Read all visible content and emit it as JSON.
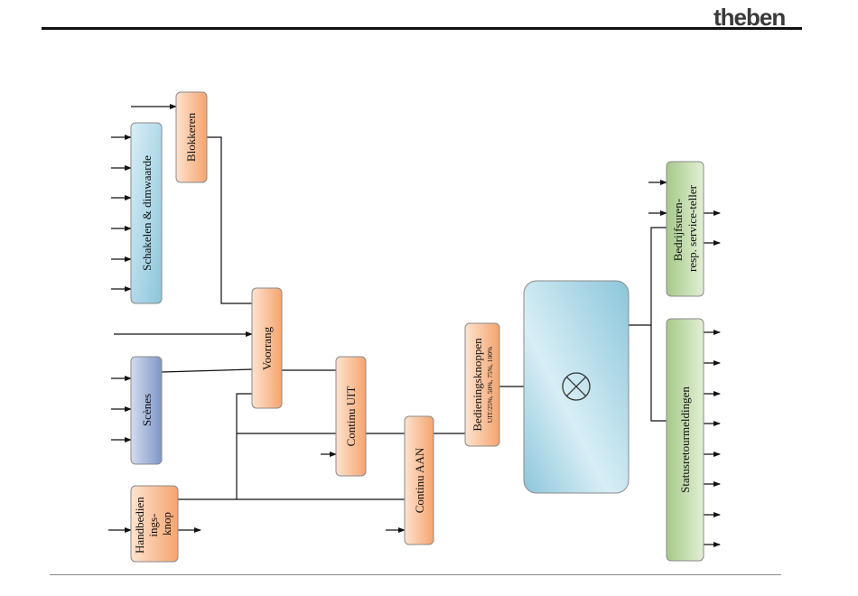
{
  "header": {
    "logo_text": "theben"
  },
  "colors": {
    "orange_light": "#fde3cf",
    "orange_dark": "#f5a46e",
    "blue_light": "#d8eef6",
    "blue_dark": "#8cc6da",
    "indigo_light": "#d3dcef",
    "indigo_dark": "#7f96c8",
    "green_light": "#e2efd4",
    "green_dark": "#a6c98a"
  },
  "blocks": {
    "schakelen": {
      "label": "Schakelen & dimwaarde"
    },
    "blokkeren": {
      "label": "Blokkeren"
    },
    "voorrang": {
      "label": "Voorrang"
    },
    "scenes": {
      "label": "Scènes"
    },
    "continu_uit": {
      "label": "Continu UIT"
    },
    "continu_aan": {
      "label": "Continu AAN"
    },
    "handbediening": {
      "label_lines": [
        "Handbedien",
        "ings-",
        "knop"
      ]
    },
    "bedieningsknoppen": {
      "label": "Bedieningsknoppen",
      "sublabel": "UIT/25%, 50%, 75%, 100%"
    },
    "bedrijfsuren": {
      "label_lines": [
        "Bedrijfsuren-",
        "resp. service-teller"
      ]
    },
    "statusretour": {
      "label": "Statusretourmeldingen"
    },
    "lamp": {
      "icon": "lamp-cross-icon"
    }
  }
}
